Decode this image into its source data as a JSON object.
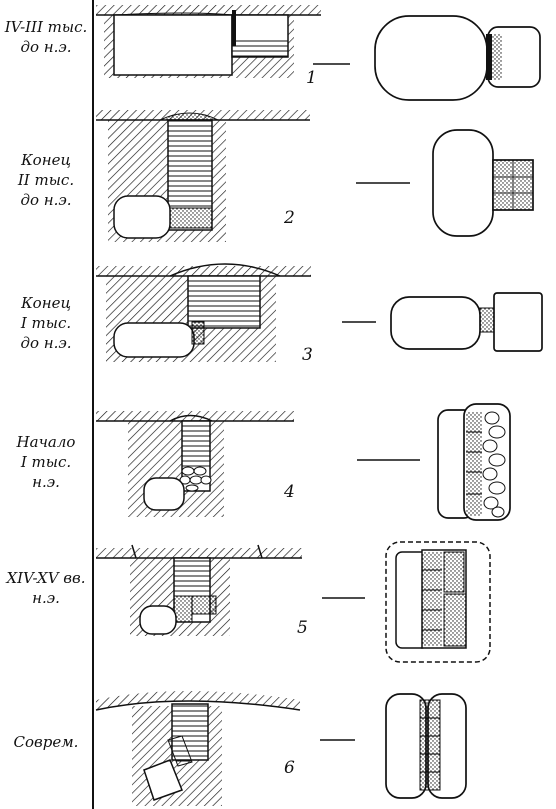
{
  "stages": [
    {
      "era": "IV-III тыс.\nдо н.э.",
      "number": "1"
    },
    {
      "era": "Конец\nII тыс.\nдо н.э.",
      "number": "2"
    },
    {
      "era": "Конец\nI тыс.\nдо н.э.",
      "number": "3"
    },
    {
      "era": "Начало\nI тыс.\nн.э.",
      "number": "4"
    },
    {
      "era": "XIV-XV вв.\nн.э.",
      "number": "5"
    },
    {
      "era": "Соврем.",
      "number": "6"
    }
  ]
}
